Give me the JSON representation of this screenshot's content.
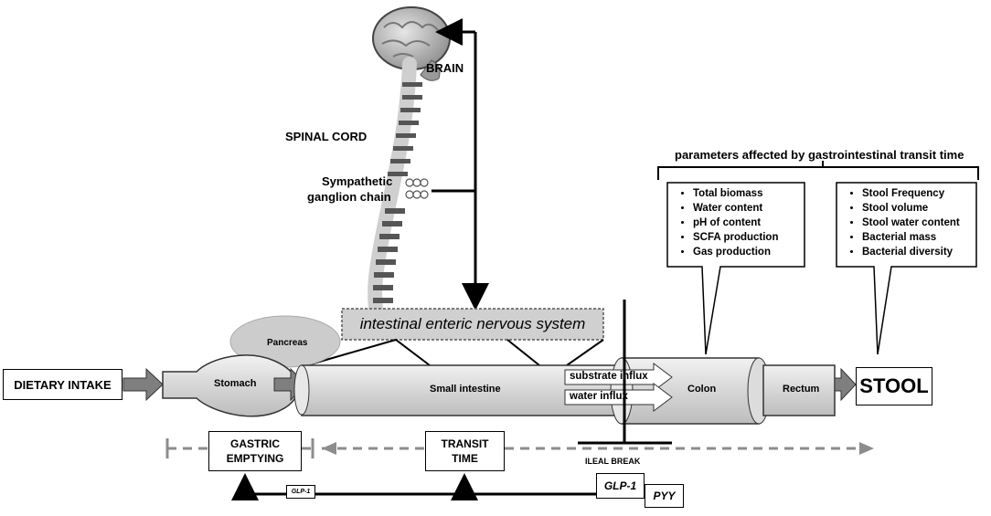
{
  "labels": {
    "brain": "BRAIN",
    "spinal_cord": "SPINAL CORD",
    "sympathetic_line1": "Sympathetic",
    "sympathetic_line2": "ganglion chain",
    "enteric": "intestinal enteric nervous system",
    "pancreas": "Pancreas",
    "stomach": "Stomach",
    "small_intestine": "Small intestine",
    "colon": "Colon",
    "rectum": "Rectum",
    "stool": "STOOL",
    "dietary_intake": "DIETARY INTAKE",
    "substrate_influx": "substrate influx",
    "water_influx": "water influx",
    "parameters_title": "parameters affected by gastrointestinal transit time",
    "gastric_line1": "GASTRIC",
    "gastric_line2": "EMPTYING",
    "transit_line1": "TRANSIT",
    "transit_line2": "TIME",
    "ileal_break": "ILEAL BREAK",
    "glp1_small": "GLP-1",
    "glp1": "GLP-1",
    "pyy": "PYY"
  },
  "colon_parameters": [
    "Total biomass",
    "Water content",
    "pH of content",
    "SCFA production",
    "Gas production"
  ],
  "stool_parameters": [
    "Stool Frequency",
    "Stool volume",
    "Stool water content",
    "Bacterial mass",
    "Bacterial diversity"
  ],
  "colors": {
    "tube_fill": "#d9d9d9",
    "arrow_gray": "#7f7f7f",
    "dash_gray": "#8c8c8c",
    "enteric_fill": "#d0d0d0"
  }
}
